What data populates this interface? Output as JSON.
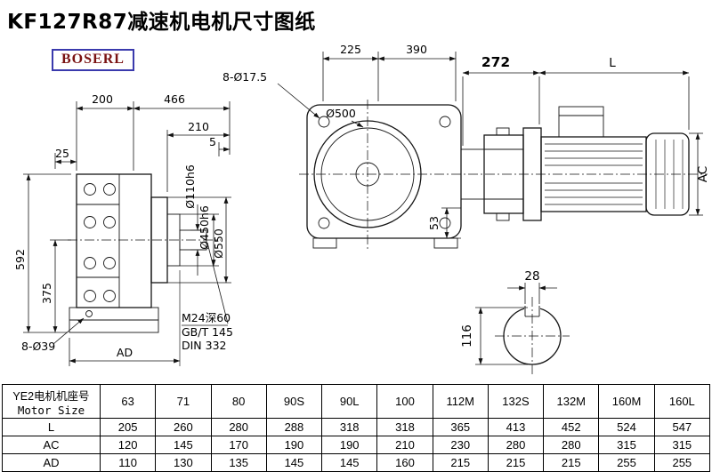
{
  "page": {
    "title": "KF127R87减速机电机尺寸图纸",
    "brand": "BOSERL"
  },
  "left_view": {
    "dim_200": "200",
    "dim_466": "466",
    "dim_210": "210",
    "dim_5": "5",
    "dim_25": "25",
    "dim_592": "592",
    "dim_375": "375",
    "holes": "8-Ø39",
    "dim_ad": "AD",
    "shaft_dia": "Ø110h6",
    "spigot_dia": "Ø450h6",
    "flange_dia": "Ø550",
    "thread": "M24深60",
    "std1": "GB/T 145",
    "std2": "DIN 332"
  },
  "front_view": {
    "dim_225": "225",
    "dim_390": "390",
    "holes": "8-Ø17.5",
    "bore_dia": "Ø500",
    "dim_53": "53"
  },
  "motor_view": {
    "dim_272": "272",
    "dim_L": "L",
    "dim_AC": "AC"
  },
  "shaft_section": {
    "key_width": "28",
    "shaft_dia": "116"
  },
  "table": {
    "header_cn": "YE2电机机座号",
    "header_en": "Motor Size",
    "sizes": [
      "63",
      "71",
      "80",
      "90S",
      "90L",
      "100",
      "112M",
      "132S",
      "132M",
      "160M",
      "160L"
    ],
    "rows": [
      {
        "label": "L",
        "values": [
          "205",
          "260",
          "280",
          "288",
          "318",
          "318",
          "365",
          "413",
          "452",
          "524",
          "547"
        ]
      },
      {
        "label": "AC",
        "values": [
          "120",
          "145",
          "170",
          "190",
          "190",
          "210",
          "230",
          "280",
          "280",
          "315",
          "315"
        ]
      },
      {
        "label": "AD",
        "values": [
          "110",
          "130",
          "135",
          "145",
          "145",
          "160",
          "215",
          "215",
          "215",
          "255",
          "255"
        ]
      }
    ]
  }
}
